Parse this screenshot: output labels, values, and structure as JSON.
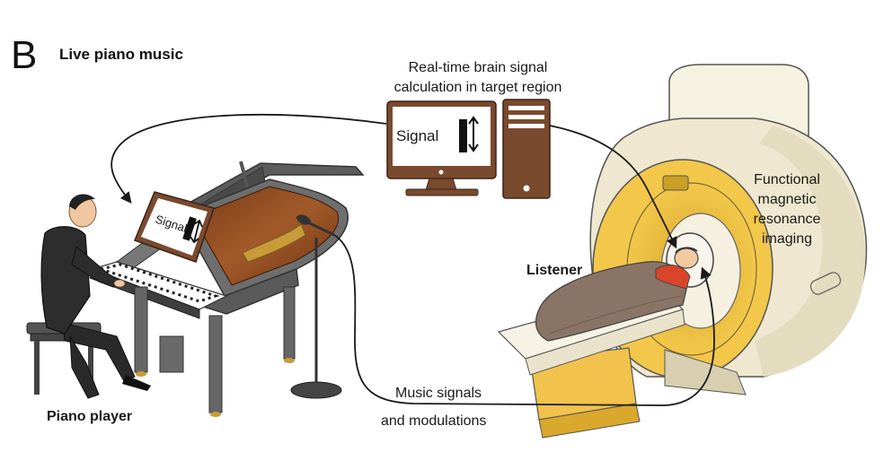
{
  "figure": {
    "panel_letter": "B",
    "title": "Live piano music"
  },
  "labels": {
    "computer_caption_line1": "Real-time brain signal",
    "computer_caption_line2": "calculation in target region",
    "monitor_text": "Signal",
    "tablet_text": "Signal",
    "fmri_line1": "Functional",
    "fmri_line2": "magnetic",
    "fmri_line3": "resonance",
    "fmri_line4": "imaging",
    "listener": "Listener",
    "piano_player": "Piano player",
    "music_line1": "Music signals",
    "music_line2": "and modulations"
  },
  "colors": {
    "piano_body": "#6e6e6e",
    "piano_wood": "#8b4a22",
    "scanner_shell": "#efe7cf",
    "scanner_bore": "#e8b93a",
    "blanket": "#8a7466",
    "bed_base": "#f1c24c"
  }
}
